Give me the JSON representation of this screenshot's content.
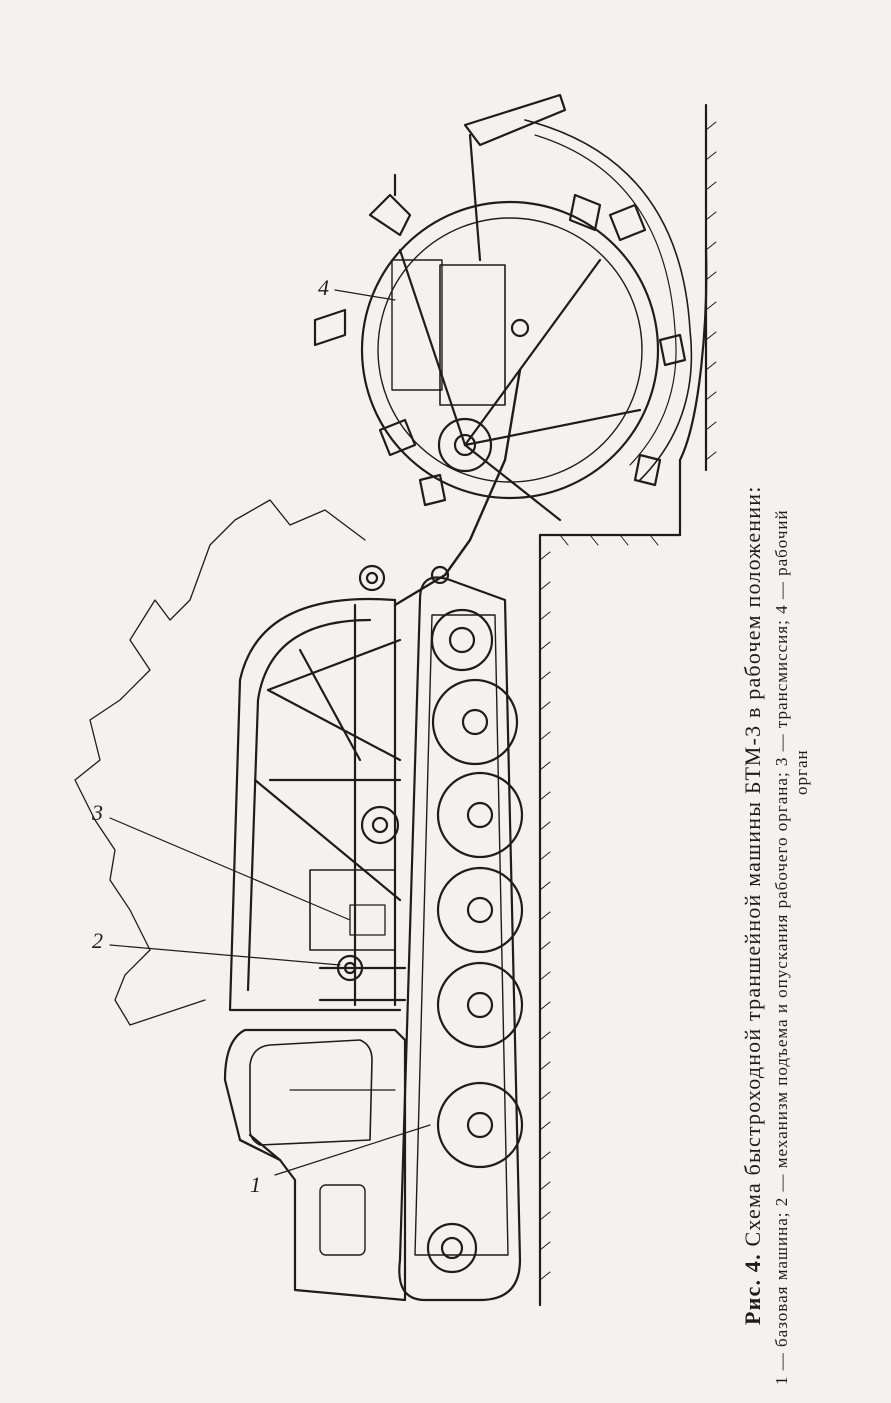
{
  "figure": {
    "fig_label": "Рис. 4.",
    "title": "Схема быстроходной траншейной машины БТМ-3 в рабочем положении:",
    "legend_line_1": "1 — базовая машина; 2 — механизм подъема и опускания рабочего органа; 3 — трансмиссия; 4 — рабочий",
    "legend_line_2": "орган"
  },
  "callouts": [
    {
      "number": "1"
    },
    {
      "number": "2"
    },
    {
      "number": "3"
    },
    {
      "number": "4"
    }
  ],
  "colors": {
    "ink": "#1d1d1d",
    "paper": "#f4f2ee"
  }
}
